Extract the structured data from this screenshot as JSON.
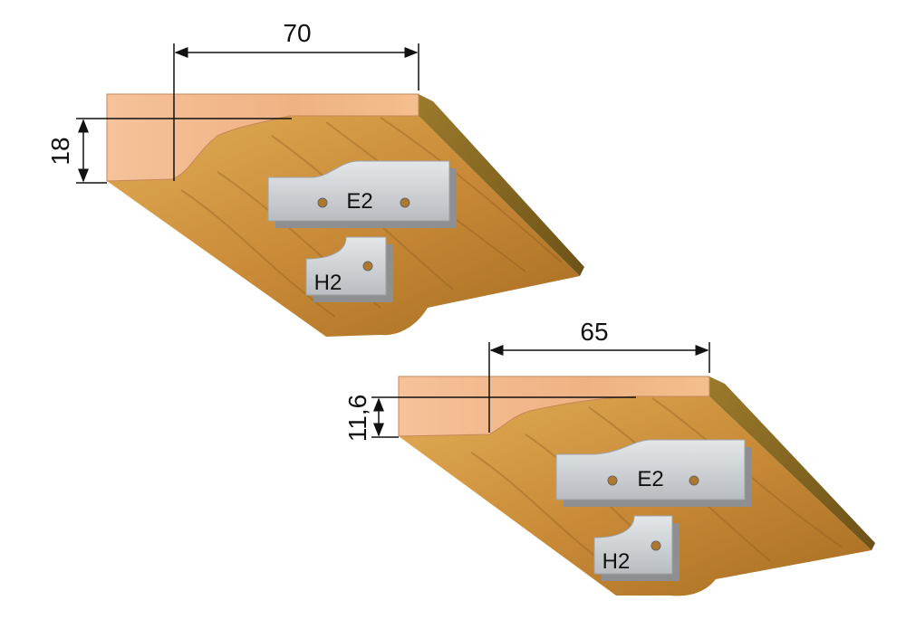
{
  "profiles": [
    {
      "width": "70",
      "height": "18",
      "knife_large": "E2",
      "knife_small": "H2"
    },
    {
      "width": "65",
      "height": "11,6",
      "knife_large": "E2",
      "knife_small": "H2"
    }
  ],
  "colors": {
    "wood_end": "#f2b58a",
    "wood_face": "#d59a45",
    "wood_top": "#8e6a24",
    "knife": "#cfd3d6",
    "knife_shadow": "#8d8f91",
    "dimension_line": "#111111"
  }
}
